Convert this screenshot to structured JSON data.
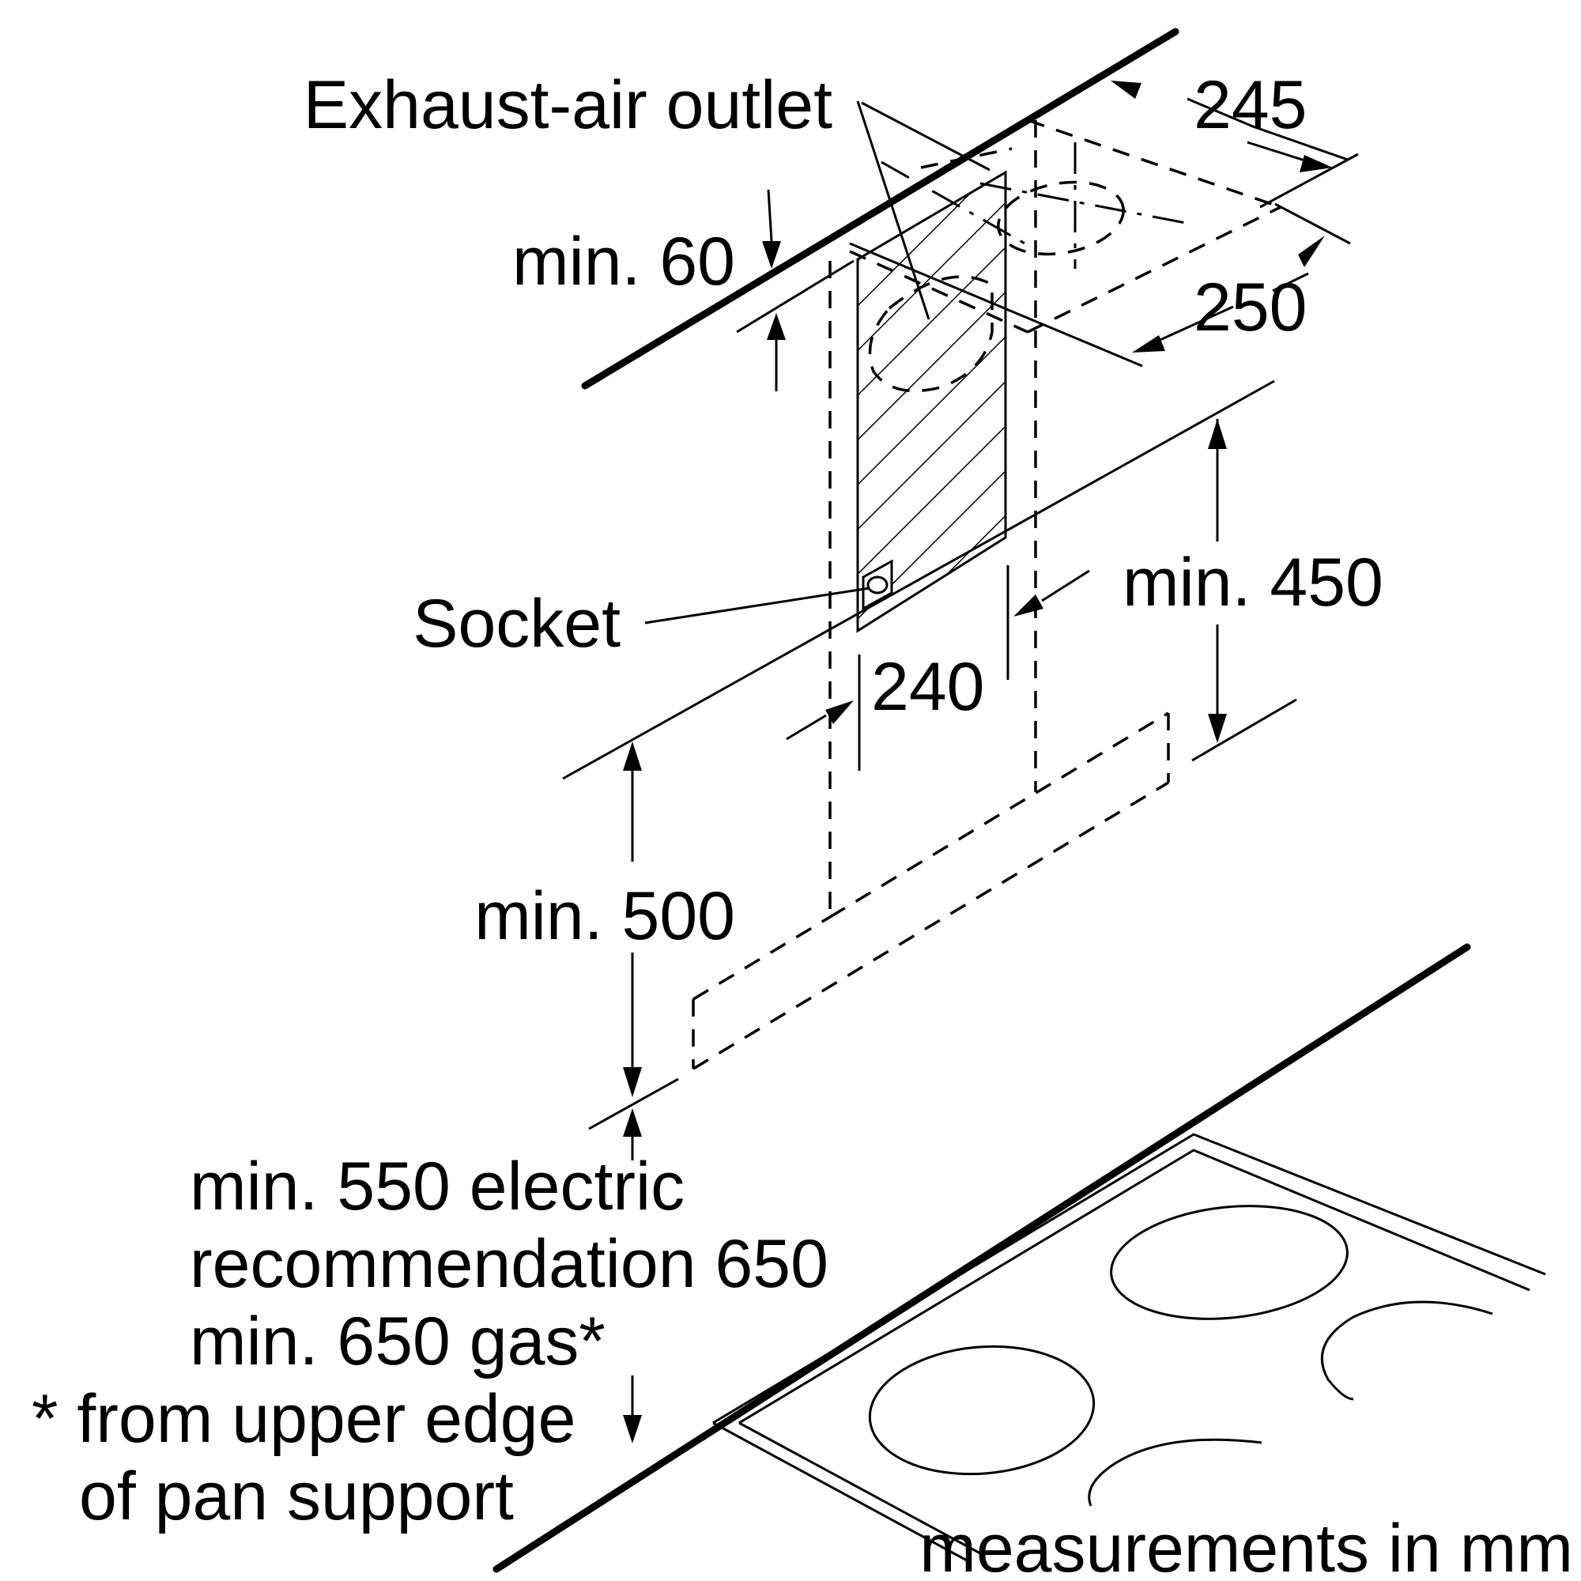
{
  "labels": {
    "exhaust_air_outlet": "Exhaust-air outlet",
    "socket": "Socket",
    "min_60": "min. 60",
    "dim_245": "245",
    "dim_250": "250",
    "min_450": "min. 450",
    "dim_240": "240",
    "min_500": "min. 500",
    "line_electric": "min. 550 electric",
    "line_recommendation": "recommendation 650",
    "line_gas": "min. 650 gas*",
    "footnote_line1": "* from upper edge",
    "footnote_line2": "of pan support",
    "units_note": "measurements in mm"
  }
}
